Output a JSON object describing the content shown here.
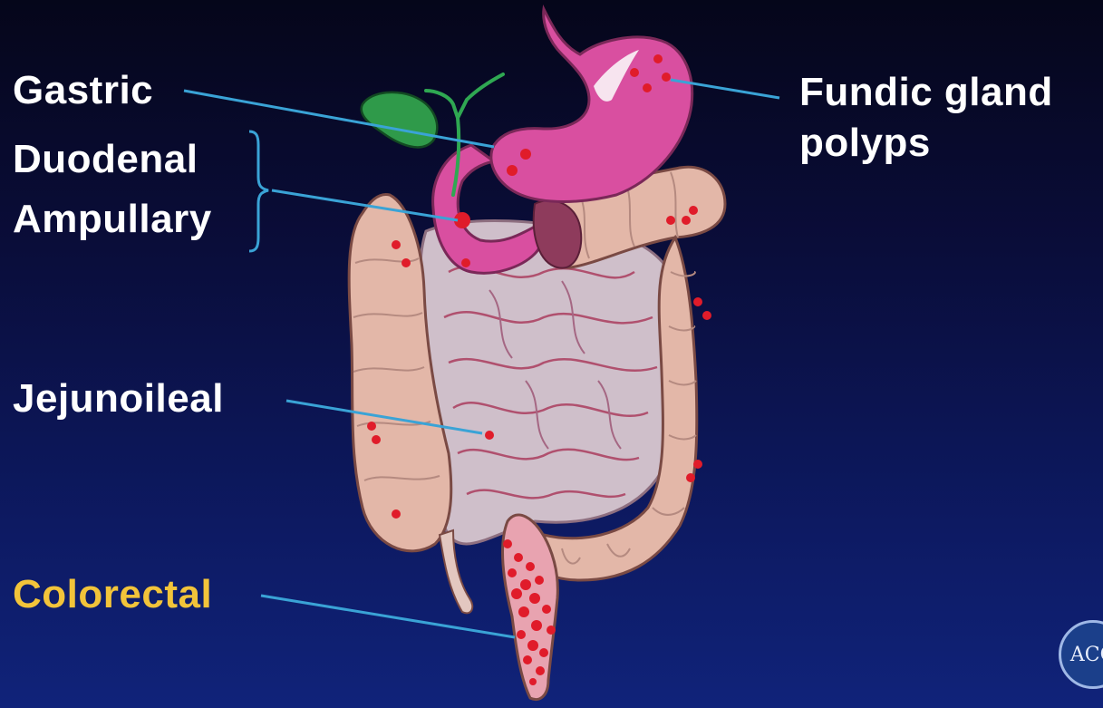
{
  "labels": {
    "gastric": "Gastric",
    "duodenal": "Duodenal",
    "ampullary": "Ampullary",
    "jejunoileal": "Jejunoileal",
    "colorectal": "Colorectal",
    "fundic_line1": "Fundic gland",
    "fundic_line2": "polyps"
  },
  "logo": {
    "text": "ACG"
  },
  "colors": {
    "label_text": "#ffffff",
    "colorectal_text": "#f2c43a",
    "leader_line": "#3aa3d6",
    "polyp": "#e01c2a",
    "stomach": "#d94fa0",
    "colon": "#e3b7a8",
    "small_intestine": "#cfbfca",
    "gallbladder": "#2f9a4a"
  }
}
